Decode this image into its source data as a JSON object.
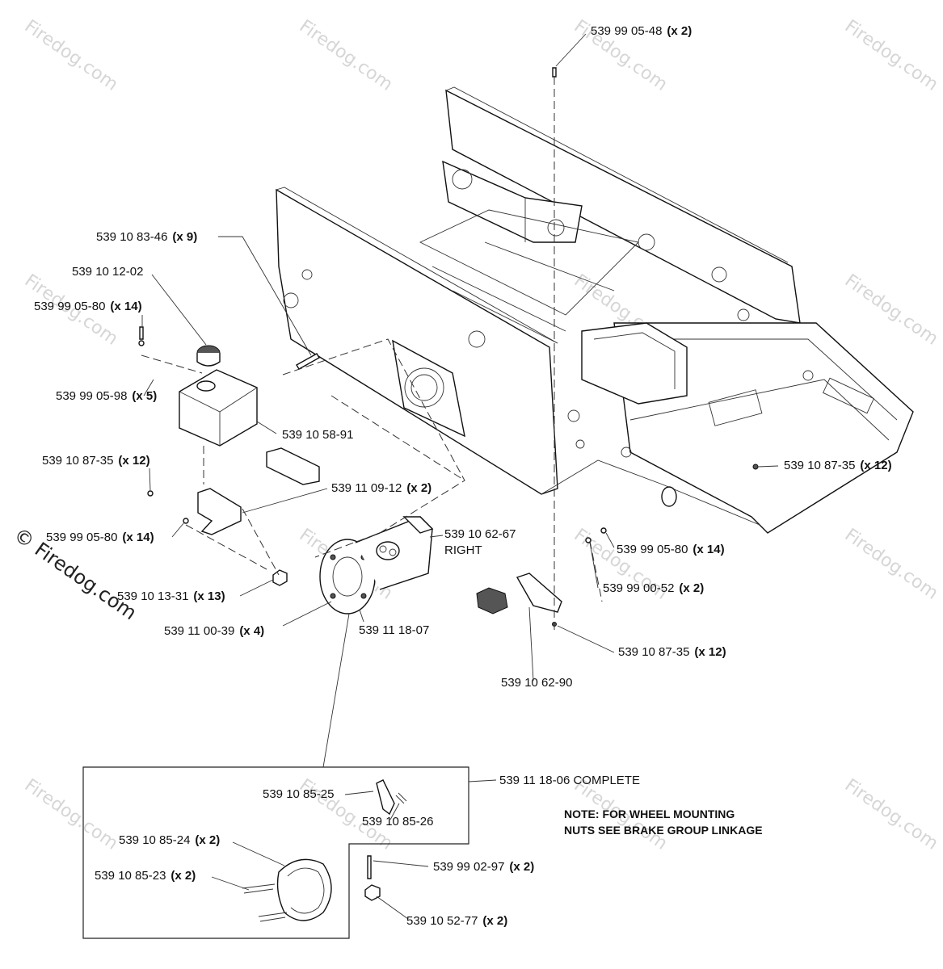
{
  "watermark": {
    "text": "Firedog.com",
    "overlay": "© Firedog.com"
  },
  "labels": {
    "p1": {
      "num": "539 99 05-48",
      "qty": "(x 2)"
    },
    "p2": {
      "num": "539 10 83-46",
      "qty": "(x 9)"
    },
    "p3": {
      "num": "539 10 12-02",
      "qty": ""
    },
    "p4": {
      "num": "539 99 05-80",
      "qty": "(x 14)"
    },
    "p5": {
      "num": "539 99 05-98",
      "qty": "(x 5)"
    },
    "p6": {
      "num": "539 10 58-91",
      "qty": ""
    },
    "p7": {
      "num": "539 10 87-35",
      "qty": "(x 12)"
    },
    "p8": {
      "num": "539 11 09-12",
      "qty": "(x 2)"
    },
    "p9": {
      "num": "539 99 05-80",
      "qty": "(x 14)"
    },
    "p10": {
      "num": "539 10 62-67",
      "qty": ""
    },
    "p10b": "RIGHT",
    "p11": {
      "num": "539 10 13-31",
      "qty": "(x 13)"
    },
    "p12": {
      "num": "539 11 00-39",
      "qty": "(x 4)"
    },
    "p13": {
      "num": "539 11 18-07",
      "qty": ""
    },
    "p14": {
      "num": "539 10 87-35",
      "qty": "(x 12)"
    },
    "p15": {
      "num": "539 99 05-80",
      "qty": "(x 14)"
    },
    "p16": {
      "num": "539 99 00-52",
      "qty": "(x 2)"
    },
    "p17": {
      "num": "539 10 87-35",
      "qty": "(x 12)"
    },
    "p18": {
      "num": "539 10 62-90",
      "qty": ""
    },
    "p19": {
      "num": "539 11 18-06 COMPLETE",
      "qty": ""
    },
    "p20": {
      "num": "539 10 85-25",
      "qty": ""
    },
    "p21": {
      "num": "539 10 85-26",
      "qty": ""
    },
    "p22": {
      "num": "539 10 85-24",
      "qty": "(x 2)"
    },
    "p23": {
      "num": "539 10 85-23",
      "qty": "(x 2)"
    },
    "p24": {
      "num": "539 99 02-97",
      "qty": "(x 2)"
    },
    "p25": {
      "num": "539 10 52-77",
      "qty": "(x 2)"
    }
  },
  "note": {
    "line1": "NOTE: FOR WHEEL MOUNTING",
    "line2": "NUTS SEE BRAKE GROUP LINKAGE"
  }
}
